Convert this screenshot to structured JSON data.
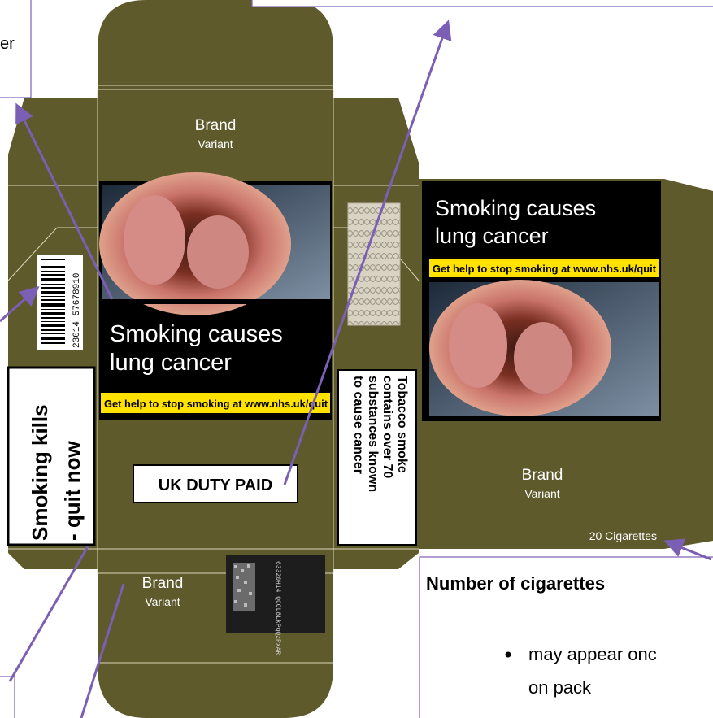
{
  "colors": {
    "pack": "#5e5a2c",
    "pack_dark": "#4c4822",
    "fold": "#d9d6b8",
    "warning_yellow": "#ffe200",
    "arrow": "#7b5fb5",
    "box_border": "#7b5fb5"
  },
  "top_flap": {
    "brand": "Brand",
    "variant": "Variant"
  },
  "front_face": {
    "warning": [
      "Smoking causes",
      "lung cancer"
    ],
    "helpline": "Get help to stop smoking at www.nhs.uk/quit",
    "duty_label": "UK DUTY PAID",
    "image": "photo of diseased lung tissue with x-ray overlay"
  },
  "back_face": {
    "warning": [
      "Smoking causes",
      "lung cancer"
    ],
    "helpline": "Get help to stop smoking at www.nhs.uk/quit",
    "brand": "Brand",
    "variant": "Variant",
    "count": "20 Cigarettes"
  },
  "left_side": {
    "warning": [
      "Smoking kills",
      "- quit now"
    ],
    "barcode_number": "23014 57678910"
  },
  "right_side": {
    "warning": [
      "Tobacco smoke",
      "contains over 70",
      "substances known",
      "to cause cancer"
    ]
  },
  "bottom_flap": {
    "brand": "Brand",
    "variant": "Variant",
    "code": "63320H14 QCOL8LkPqQzPxAR"
  },
  "callouts": {
    "top_left_fragment": "er",
    "number_title": "Number of cigarettes",
    "number_bullet": [
      "may appear onc",
      "on pack"
    ]
  }
}
